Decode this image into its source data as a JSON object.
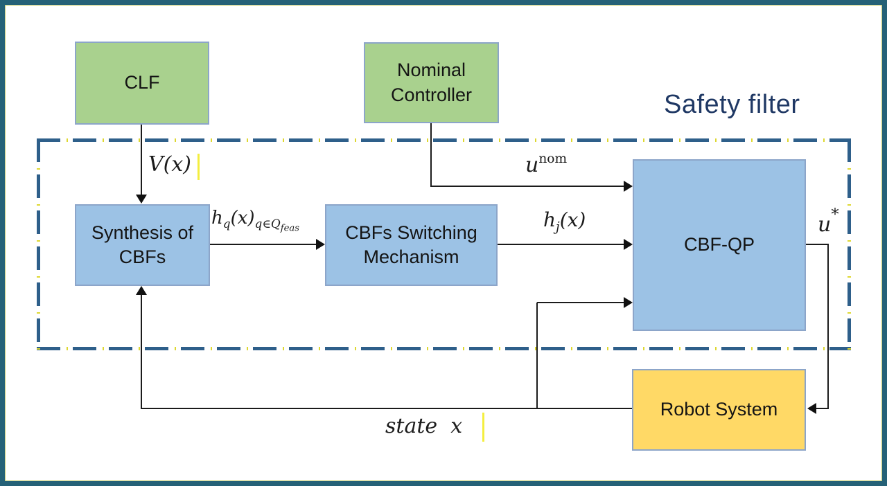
{
  "title": {
    "text": "Safety filter",
    "color": "#1F3864"
  },
  "boxes": {
    "clf": {
      "label": "CLF",
      "fill": "#A9D18E"
    },
    "nominal_controller": {
      "label": "Nominal Controller",
      "fill": "#A9D18E"
    },
    "synthesis_of_cbfs": {
      "label": "Synthesis of CBFs",
      "fill": "#9CC2E5"
    },
    "cbfs_switching_mechanism": {
      "label": "CBFs Switching Mechanism",
      "fill": "#9CC2E5"
    },
    "cbf_qp": {
      "label": "CBF-QP",
      "fill": "#9CC2E5"
    },
    "robot_system": {
      "label": "Robot System",
      "fill": "#FFD966"
    }
  },
  "signals": {
    "v_x": "V(x)",
    "u_nom": {
      "base": "u",
      "sup": "nom"
    },
    "h_q": {
      "base": "h",
      "sub1": "q",
      "mid": "(x)",
      "sub2": "q∈Q",
      "subsub": "feas"
    },
    "h_j": {
      "base": "h",
      "sub": "j",
      "mid": "(x)"
    },
    "u_star": {
      "base": "u",
      "sup": "*"
    },
    "state_x": "state  x"
  },
  "colors": {
    "green_fill": "#A9D18E",
    "blue_fill": "#9CC2E5",
    "yellow_fill": "#FFD966",
    "box_border": "#8CA5C9",
    "dashed_boundary": "#2E5F8A",
    "outer_frame": "#256177",
    "frame_inner_line": "#c9cd6d",
    "title_text": "#1F3864",
    "connector": "#1b1b1b",
    "highlight_caret": "#F4EE3F"
  }
}
